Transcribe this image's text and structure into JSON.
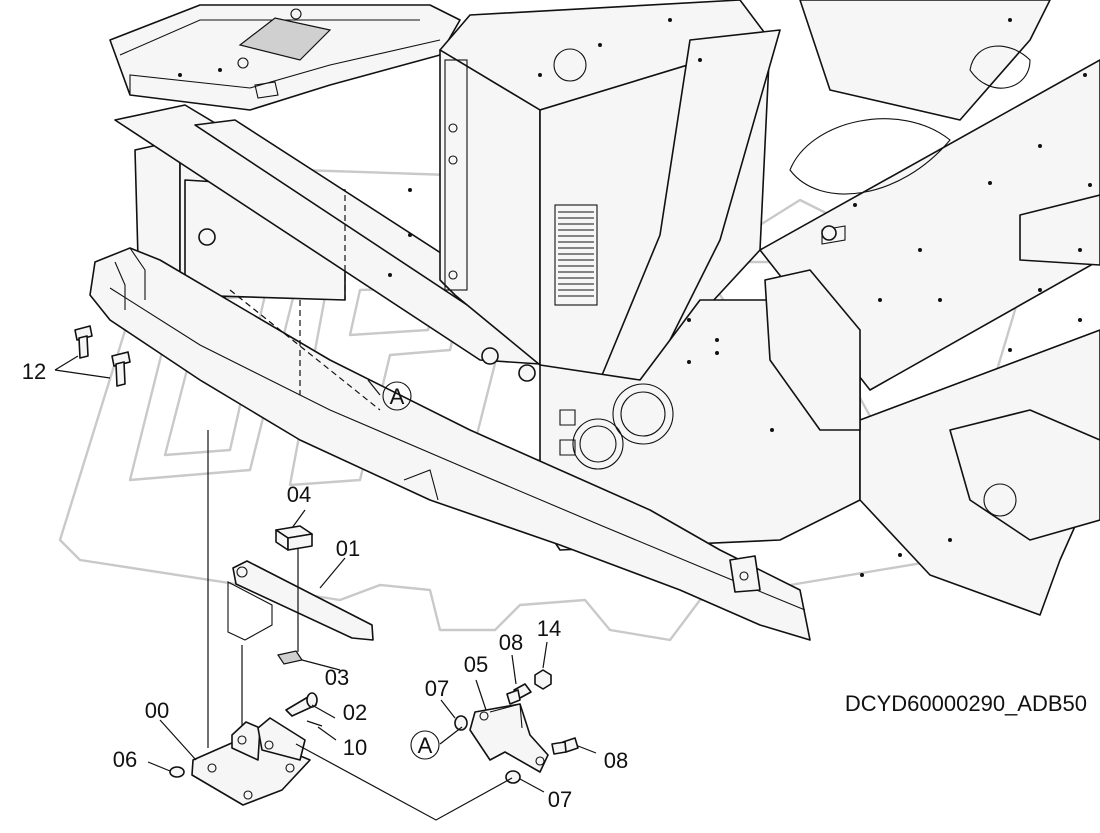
{
  "drawing_code": "DCYD60000290_ADB50",
  "watermark_text": "OPEX",
  "callout_ref": "A",
  "parts": [
    {
      "id": "p00",
      "label": "00"
    },
    {
      "id": "p01",
      "label": "01"
    },
    {
      "id": "p02",
      "label": "02"
    },
    {
      "id": "p03",
      "label": "03"
    },
    {
      "id": "p04",
      "label": "04"
    },
    {
      "id": "p05",
      "label": "05"
    },
    {
      "id": "p06",
      "label": "06"
    },
    {
      "id": "p07a",
      "label": "07"
    },
    {
      "id": "p07b",
      "label": "07"
    },
    {
      "id": "p08a",
      "label": "08"
    },
    {
      "id": "p08b",
      "label": "08"
    },
    {
      "id": "p10",
      "label": "10"
    },
    {
      "id": "p12",
      "label": "12"
    },
    {
      "id": "p14",
      "label": "14"
    }
  ],
  "colors": {
    "line": "#111111",
    "watermark": "#c9c9c9",
    "background": "#ffffff"
  }
}
